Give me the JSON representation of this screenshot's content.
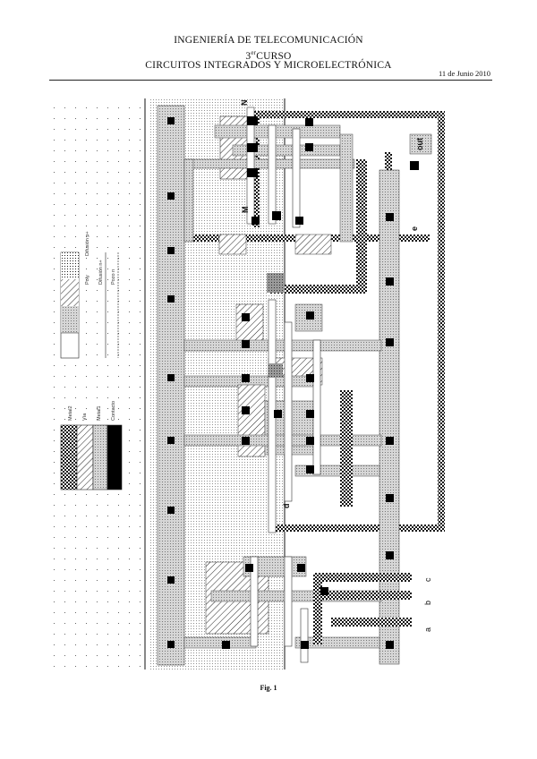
{
  "header": {
    "line1": "INGENIERÍA DE TELECOMUNICACIÓN",
    "line2_num": "3",
    "line2_sup": "er",
    "line2_text": "CURSO",
    "line3": "CIRCUITOS INTEGRADOS Y MICROELECTRÓNICA",
    "date": "11 de Junio 2010"
  },
  "legend": {
    "top": [
      "Poly",
      "Difusión p+",
      "Difusión n+",
      "Pozo n"
    ],
    "bottom": [
      "Metal2",
      "Vía",
      "Metal1",
      "Contacto"
    ]
  },
  "labels": {
    "n": "N",
    "m": "M",
    "out": "out",
    "e": "e",
    "d": "d",
    "a": "a",
    "b": "b",
    "c": "c"
  },
  "colors": {
    "ink": "#111111",
    "gray_fill": "#cfcfcf",
    "dark_gray": "#8a8a8a",
    "contact": "#000000"
  },
  "figure": {
    "caption": "Fig. 1"
  }
}
